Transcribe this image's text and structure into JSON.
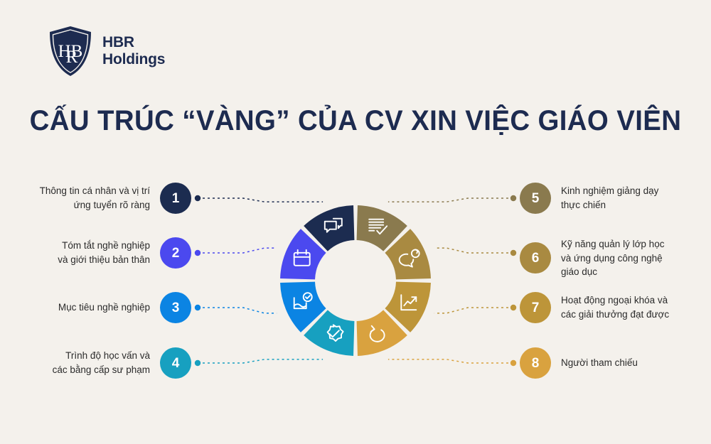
{
  "background_color": "#f4f1ec",
  "brand": {
    "name_line1": "HBR",
    "name_line2": "Holdings",
    "monogram": "HBR",
    "color": "#1d2b50"
  },
  "title": "CẤU TRÚC “VÀNG” CỦA CV XIN VIỆC GIÁO VIÊN",
  "title_color": "#1d2b50",
  "chart_data": {
    "type": "pie",
    "title": "CẤU TRÚC “VÀNG” CỦA CV XIN VIỆC GIÁO VIÊN",
    "subtype": "donut-8-equal-segments",
    "legend_position": "both-sides",
    "categories": [
      "Thông tin cá nhân và vị trí ứng tuyển rõ ràng",
      "Tóm tắt nghề nghiệp và giới thiệu bản thân",
      "Mục tiêu nghề nghiệp",
      "Trình độ học vấn và các bằng cấp sư phạm",
      "Kinh nghiệm giảng dạy thực chiến",
      "Kỹ năng quản lý lớp học và ứng dụng công nghệ giáo dục",
      "Hoạt động ngoại khóa và các giải thưởng đạt được",
      "Người tham chiếu"
    ],
    "values": [
      12.5,
      12.5,
      12.5,
      12.5,
      12.5,
      12.5,
      12.5,
      12.5
    ],
    "colors": [
      "#1c2c50",
      "#4b49ef",
      "#0b84e3",
      "#17a0c0",
      "#8a7a4e",
      "#a98a41",
      "#bd9539",
      "#d9a23f"
    ]
  },
  "items": [
    {
      "number": "1",
      "label": "Thông tin cá nhân và vị trí\nứng tuyển rõ ràng",
      "color": "#1c2c50",
      "icon": "speech-bubbles-icon",
      "side": "left"
    },
    {
      "number": "2",
      "label": "Tóm tắt nghề nghiệp\nvà giới thiệu bản thân",
      "color": "#4b49ef",
      "icon": "calendar-icon",
      "side": "left"
    },
    {
      "number": "3",
      "label": "Mục tiêu nghề nghiệp",
      "color": "#0b84e3",
      "icon": "document-check-badge-icon",
      "side": "left"
    },
    {
      "number": "4",
      "label": "Trình độ học vấn và\ncác bằng cấp sư phạm",
      "color": "#17a0c0",
      "icon": "certificate-check-icon",
      "side": "left"
    },
    {
      "number": "5",
      "label": "Kinh nghiệm giảng dạy\nthực chiến",
      "color": "#8a7a4e",
      "icon": "document-lines-check-icon",
      "side": "right"
    },
    {
      "number": "6",
      "label": "Kỹ năng quản lý lớp học\nvà ứng dụng công nghệ\ngiáo dục",
      "color": "#a98a41",
      "icon": "speech-bubble-refresh-icon",
      "side": "right"
    },
    {
      "number": "7",
      "label": "Hoạt động ngoại khóa và\ncác giải thưởng đạt được",
      "color": "#bd9539",
      "icon": "growth-chart-icon",
      "side": "right"
    },
    {
      "number": "8",
      "label": "Người tham chiếu",
      "color": "#d9a23f",
      "icon": "refresh-circle-icon",
      "side": "right"
    }
  ]
}
